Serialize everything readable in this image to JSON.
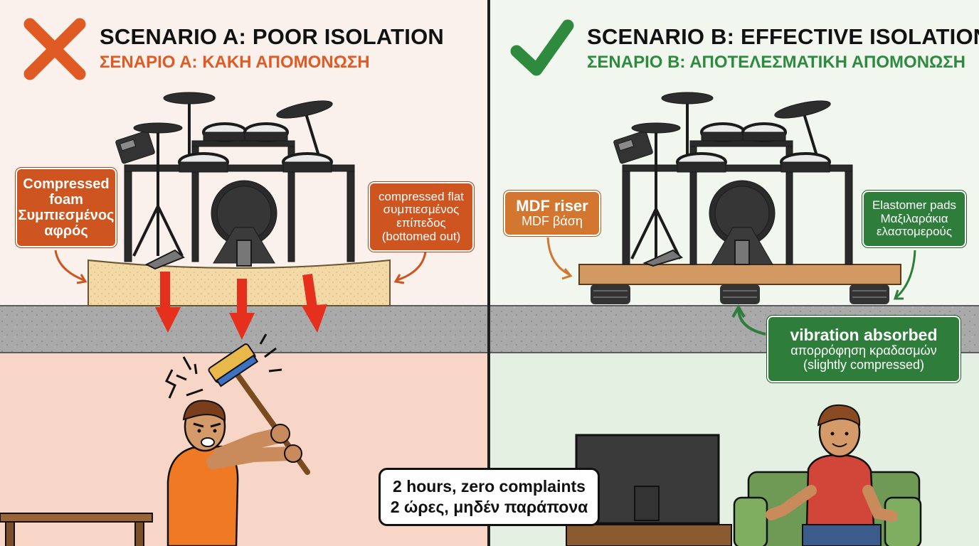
{
  "scenario_a": {
    "title_en": "SCENARIO A: POOR ISOLATION",
    "title_gr": "ΣΕΝΑΡΙΟ Α: ΚΑΚΗ ΑΠΟΜΟΝΩΣΗ",
    "callout_left": {
      "line1": "Compressed",
      "line2": "foam",
      "line3": "Συμπιεσμένος",
      "line4": "αφρός"
    },
    "callout_right": {
      "line1": "compressed flat",
      "line2": "συμπιεσμένος",
      "line3": "επίπεδος",
      "line4": "(bottomed out)"
    },
    "icon": "cross-mark-icon",
    "accent": "#e05a24"
  },
  "scenario_b": {
    "title_en": "SCENARIO B: EFFECTIVE ISOLATION",
    "title_gr": "ΣΕΝΑΡΙΟ Β: ΑΠΟΤΕΛΕΣΜΑΤΙΚΗ ΑΠΟΜΟΝΩΣΗ",
    "callout_riser": {
      "line1": "MDF riser",
      "line2": "MDF βάση"
    },
    "callout_pads": {
      "line1": "Elastomer pads",
      "line2": "Μαξιλαράκια",
      "line3": "ελαστομερούς"
    },
    "callout_vibration": {
      "line1": "vibration absorbed",
      "line2": "απορρόφηση κραδασμών",
      "line3": "(slightly compressed)"
    },
    "icon": "check-mark-icon",
    "accent": "#2e8b3e"
  },
  "banner": {
    "line1": "2 hours, zero complaints",
    "line2": "2 ώρες, μηδέν παράπονα"
  }
}
